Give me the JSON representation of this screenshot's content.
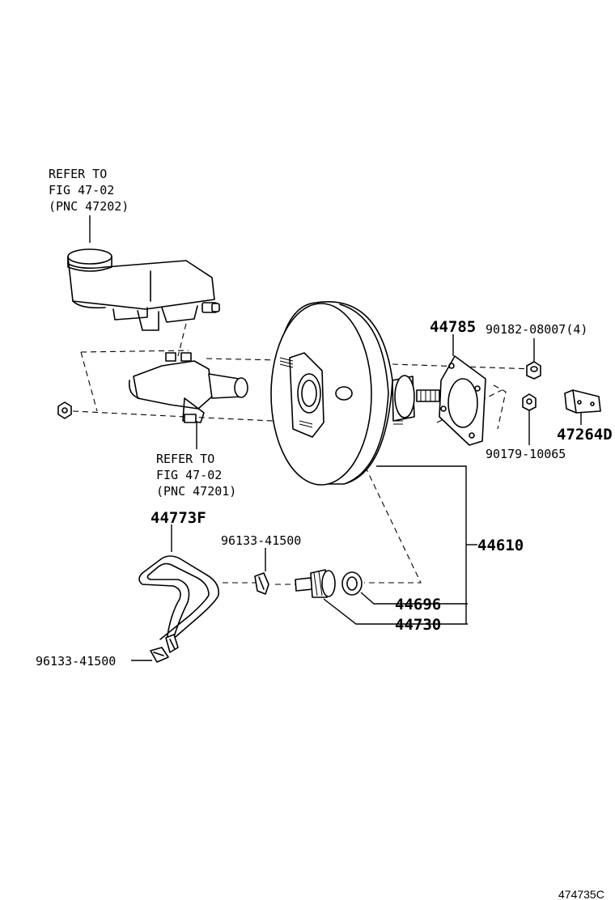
{
  "references": {
    "reservoir": [
      "REFER TO",
      "FIG 47-02",
      "(PNC 47202)"
    ],
    "master_cylinder": [
      "REFER TO",
      "FIG 47-02",
      "(PNC 47201)"
    ]
  },
  "parts": {
    "gasket": "44785",
    "nut_upper": "90182-08007(4)",
    "clip": "47264D",
    "nut_lower": "90179-10065",
    "hose": "44773F",
    "clamp_upper": "96133-41500",
    "booster_assy": "44610",
    "grommet": "44696",
    "check_valve": "44730",
    "clamp_lower": "96133-41500"
  },
  "illustration_code": "474735C"
}
